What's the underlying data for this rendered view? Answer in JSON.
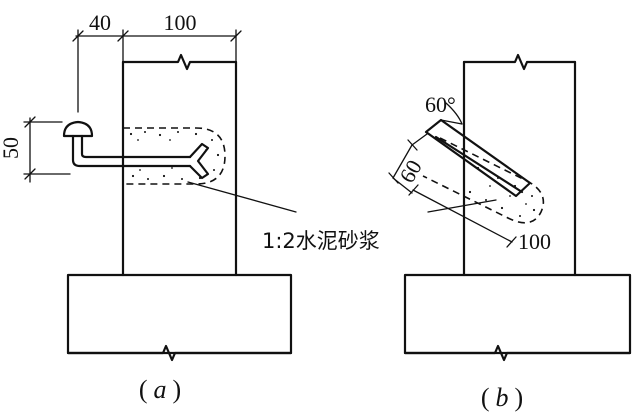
{
  "figure_a": {
    "caption_open": "(",
    "caption_letter": "a",
    "caption_close": ")",
    "dim_top_left": "40",
    "dim_top_right": "100",
    "dim_left": "50",
    "material_label": "1:2水泥砂浆"
  },
  "figure_b": {
    "caption_open": "(",
    "caption_letter": "b",
    "caption_close": ")",
    "angle_label": "60°",
    "dim_diagonal": "60",
    "dim_depth": "100"
  }
}
